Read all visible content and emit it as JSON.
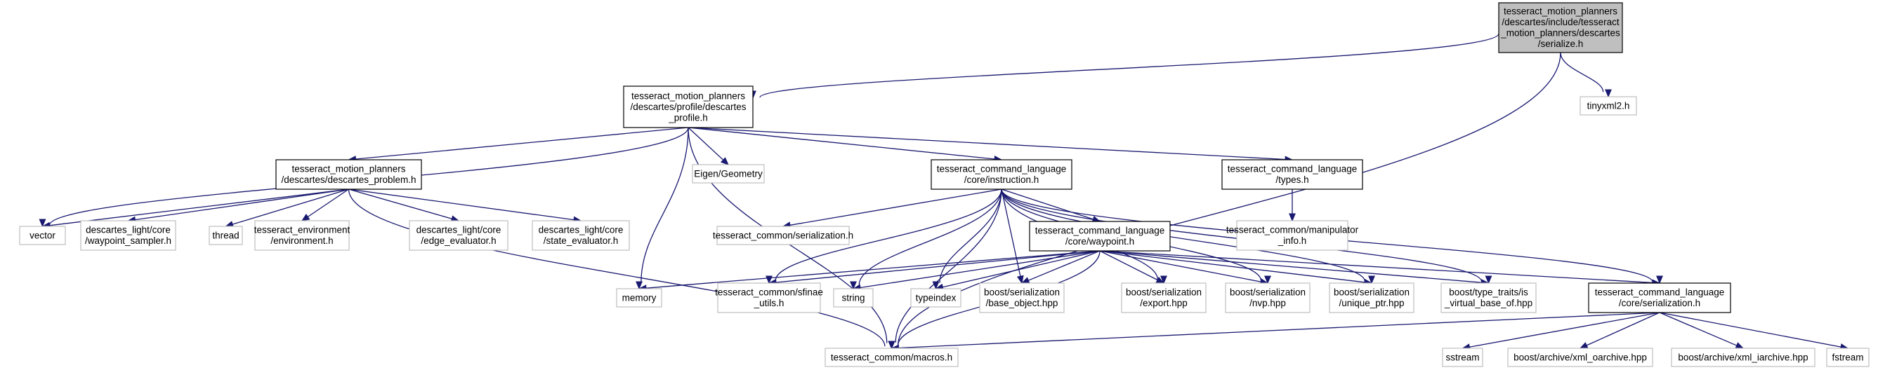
{
  "colors": {
    "edge": "#191970",
    "root_fill": "#bfbfbf",
    "local_border": "#000000",
    "external_border": "#bfbfbf",
    "node_fill": "#ffffff"
  },
  "nodes": [
    {
      "id": "root",
      "kind": "root",
      "lines": [
        "tesseract_motion_planners",
        "/descartes/include/tesseract",
        "_motion_planners/descartes",
        "/serialize.h"
      ]
    },
    {
      "id": "profile",
      "kind": "local",
      "lines": [
        "tesseract_motion_planners",
        "/descartes/profile/descartes",
        "_profile.h"
      ]
    },
    {
      "id": "tinyxml2",
      "kind": "external",
      "lines": [
        "tinyxml2.h"
      ]
    },
    {
      "id": "problem",
      "kind": "local",
      "lines": [
        "tesseract_motion_planners",
        "/descartes/descartes_problem.h"
      ]
    },
    {
      "id": "eigen",
      "kind": "external",
      "lines": [
        "Eigen/Geometry"
      ]
    },
    {
      "id": "instruction",
      "kind": "local",
      "lines": [
        "tesseract_command_language",
        "/core/instruction.h"
      ]
    },
    {
      "id": "types",
      "kind": "local",
      "lines": [
        "tesseract_command_language",
        "/types.h"
      ]
    },
    {
      "id": "vector",
      "kind": "external",
      "lines": [
        "vector"
      ]
    },
    {
      "id": "waypoint_sampler",
      "kind": "external",
      "lines": [
        "descartes_light/core",
        "/waypoint_sampler.h"
      ]
    },
    {
      "id": "thread",
      "kind": "external",
      "lines": [
        "thread"
      ]
    },
    {
      "id": "environment",
      "kind": "external",
      "lines": [
        "tesseract_environment",
        "/environment.h"
      ]
    },
    {
      "id": "edge_evaluator",
      "kind": "external",
      "lines": [
        "descartes_light/core",
        "/edge_evaluator.h"
      ]
    },
    {
      "id": "state_evaluator",
      "kind": "external",
      "lines": [
        "descartes_light/core",
        "/state_evaluator.h"
      ]
    },
    {
      "id": "tc_serialization",
      "kind": "external",
      "lines": [
        "tesseract_common/serialization.h"
      ]
    },
    {
      "id": "manipulator_info",
      "kind": "external",
      "lines": [
        "tesseract_common/manipulator",
        "_info.h"
      ]
    },
    {
      "id": "waypoint",
      "kind": "local",
      "lines": [
        "tesseract_command_language",
        "/core/waypoint.h"
      ]
    },
    {
      "id": "memory",
      "kind": "external",
      "lines": [
        "memory"
      ]
    },
    {
      "id": "sfinae",
      "kind": "external",
      "lines": [
        "tesseract_common/sfinae",
        "_utils.h"
      ]
    },
    {
      "id": "string",
      "kind": "external",
      "lines": [
        "string"
      ]
    },
    {
      "id": "typeindex",
      "kind": "external",
      "lines": [
        "typeindex"
      ]
    },
    {
      "id": "base_object",
      "kind": "external",
      "lines": [
        "boost/serialization",
        "/base_object.hpp"
      ]
    },
    {
      "id": "export",
      "kind": "external",
      "lines": [
        "boost/serialization",
        "/export.hpp"
      ]
    },
    {
      "id": "nvp",
      "kind": "external",
      "lines": [
        "boost/serialization",
        "/nvp.hpp"
      ]
    },
    {
      "id": "unique_ptr",
      "kind": "external",
      "lines": [
        "boost/serialization",
        "/unique_ptr.hpp"
      ]
    },
    {
      "id": "is_virtual",
      "kind": "external",
      "lines": [
        "boost/type_traits/is",
        "_virtual_base_of.hpp"
      ]
    },
    {
      "id": "cl_serialization",
      "kind": "local",
      "lines": [
        "tesseract_command_language",
        "/core/serialization.h"
      ]
    },
    {
      "id": "macros",
      "kind": "external",
      "lines": [
        "tesseract_common/macros.h"
      ]
    },
    {
      "id": "sstream",
      "kind": "external",
      "lines": [
        "sstream"
      ]
    },
    {
      "id": "xml_oarchive",
      "kind": "external",
      "lines": [
        "boost/archive/xml_oarchive.hpp"
      ]
    },
    {
      "id": "xml_iarchive",
      "kind": "external",
      "lines": [
        "boost/archive/xml_iarchive.hpp"
      ]
    },
    {
      "id": "fstream",
      "kind": "external",
      "lines": [
        "fstream"
      ]
    }
  ],
  "edges": [
    [
      "root",
      "profile"
    ],
    [
      "root",
      "tinyxml2"
    ],
    [
      "root",
      "macros"
    ],
    [
      "profile",
      "problem"
    ],
    [
      "profile",
      "eigen"
    ],
    [
      "profile",
      "instruction"
    ],
    [
      "profile",
      "types"
    ],
    [
      "profile",
      "vector"
    ],
    [
      "profile",
      "memory"
    ],
    [
      "profile",
      "macros"
    ],
    [
      "problem",
      "vector"
    ],
    [
      "problem",
      "waypoint_sampler"
    ],
    [
      "problem",
      "thread"
    ],
    [
      "problem",
      "environment"
    ],
    [
      "problem",
      "edge_evaluator"
    ],
    [
      "problem",
      "state_evaluator"
    ],
    [
      "problem",
      "macros"
    ],
    [
      "instruction",
      "tc_serialization"
    ],
    [
      "instruction",
      "waypoint"
    ],
    [
      "instruction",
      "sfinae"
    ],
    [
      "instruction",
      "string"
    ],
    [
      "instruction",
      "typeindex"
    ],
    [
      "instruction",
      "base_object"
    ],
    [
      "instruction",
      "export"
    ],
    [
      "instruction",
      "nvp"
    ],
    [
      "instruction",
      "unique_ptr"
    ],
    [
      "instruction",
      "is_virtual"
    ],
    [
      "instruction",
      "cl_serialization"
    ],
    [
      "instruction",
      "macros"
    ],
    [
      "types",
      "manipulator_info"
    ],
    [
      "waypoint",
      "memory"
    ],
    [
      "waypoint",
      "sfinae"
    ],
    [
      "waypoint",
      "string"
    ],
    [
      "waypoint",
      "typeindex"
    ],
    [
      "waypoint",
      "base_object"
    ],
    [
      "waypoint",
      "export"
    ],
    [
      "waypoint",
      "nvp"
    ],
    [
      "waypoint",
      "unique_ptr"
    ],
    [
      "waypoint",
      "is_virtual"
    ],
    [
      "waypoint",
      "cl_serialization"
    ],
    [
      "waypoint",
      "macros"
    ],
    [
      "cl_serialization",
      "macros"
    ],
    [
      "cl_serialization",
      "sstream"
    ],
    [
      "cl_serialization",
      "xml_oarchive"
    ],
    [
      "cl_serialization",
      "xml_iarchive"
    ],
    [
      "cl_serialization",
      "fstream"
    ]
  ]
}
